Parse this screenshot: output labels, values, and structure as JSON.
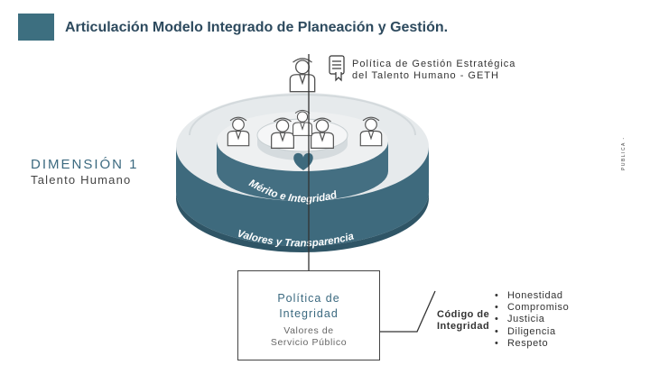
{
  "header": {
    "title": "Articulación Modelo Integrado de Planeación y Gestión."
  },
  "side_label": "PUBLICA -",
  "diagram": {
    "dimension_title": "DIMENSIÓN 1",
    "dimension_subtitle": "Talento Humano",
    "policy_title": [
      "Política de Gestión Estratégica",
      "del Talento Humano - GETH"
    ],
    "ring_inner_label": "Mérito e Integridad",
    "ring_outer_label": "Valores y Transparencia",
    "colors": {
      "ring_top": "#e6eaec",
      "ring_mid": "#eef0f1",
      "ring_side": "#3e6a7d",
      "ring_side_dark": "#355c6d",
      "heart": "#3e6a7d",
      "header_block": "#3d6f80"
    },
    "icons": [
      "document-icon",
      "person-icon",
      "heart-icon"
    ]
  },
  "integrity_box": {
    "title": [
      "Política de",
      "Integridad"
    ],
    "subtitle": [
      "Valores de",
      "Servicio Público"
    ]
  },
  "integrity_code": {
    "label": [
      "Código de",
      "Integridad"
    ],
    "values": [
      "Honestidad",
      "Compromiso",
      "Justicia",
      "Diligencia",
      "Respeto"
    ]
  }
}
